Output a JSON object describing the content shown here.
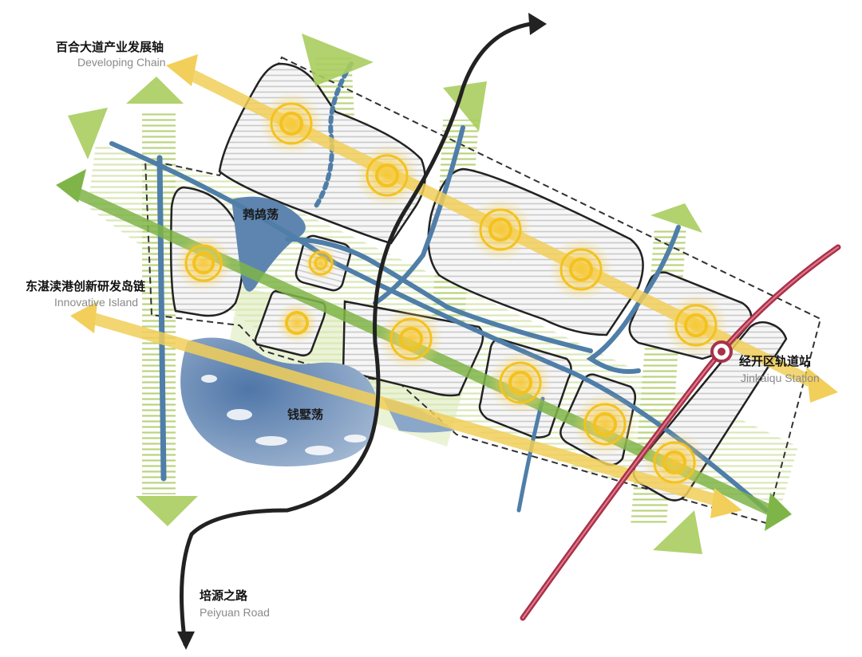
{
  "labels": {
    "baihe_zh": "百合大道产业发展轴",
    "baihe_en": "Developing Chain",
    "island_zh": "东湛渎港创新研发岛链",
    "island_en": "Innovative Island",
    "station_zh": "经开区轨道站",
    "station_en": "Jinkaiqu Station",
    "road_zh": "培源之路",
    "road_en": "Peiyuan Road",
    "lake_north": "鹁鸪荡",
    "lake_south": "钱墅荡"
  },
  "colors": {
    "yellow_axis": "#f2cf5a",
    "green_axis": "#7fb548",
    "blue_river": "#4f7ea8",
    "lake_fill": "#6d8db5",
    "light_green": "#c5dc8e",
    "rail": "#a8324a",
    "road": "#222222",
    "glow": "#f7c833"
  },
  "icons": {
    "station": "station-marker-icon"
  }
}
